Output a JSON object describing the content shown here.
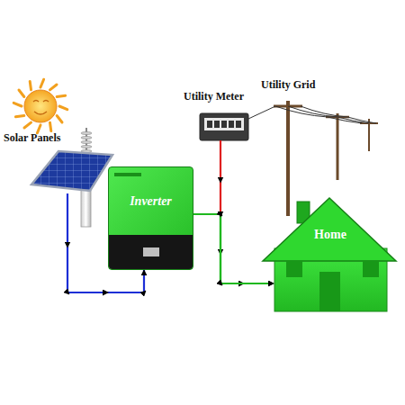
{
  "diagram": {
    "nodes": [
      {
        "text": [
          "Utility Grid"
        ]
      },
      {
        "text": [
          "Utility Meter"
        ]
      },
      {
        "text": [
          "Solar Panels"
        ]
      },
      {
        "text": [
          "Inverter"
        ]
      },
      {
        "text": [
          "Home"
        ]
      }
    ],
    "edges": [
      {
        "from": 2,
        "to": 3,
        "arrow": "to"
      },
      {
        "from": 3,
        "to": 4,
        "arrow": "to"
      },
      {
        "from": 1,
        "to": 4,
        "arrow": "to"
      }
    ]
  }
}
